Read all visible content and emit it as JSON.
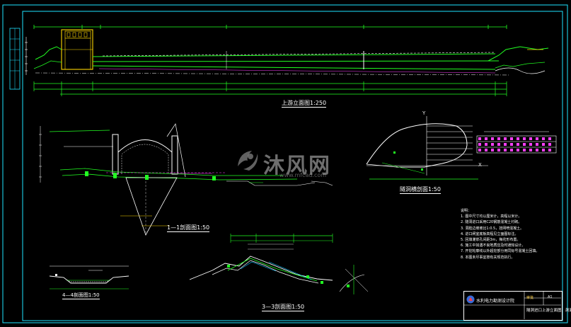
{
  "labels": {
    "elevation_view": "上游立面图1:250",
    "section_1": "1—1剖面图1:50",
    "section_3": "3—3剖面图1:50",
    "section_4": "4—4剖面图1:50",
    "cross_section": "隧洞横剖面1:50",
    "axis_y": "Y",
    "axis_x": "X"
  },
  "title_block": {
    "company": "水利电力勘测设计院",
    "drawing_name": "隧洞进口上游立面图、剖面图",
    "stamp": "审批",
    "version": "A1"
  },
  "watermark": {
    "brand": "沐风网",
    "url": "www.mfcad.com"
  },
  "notes": [
    "说明：",
    "1. 图中尺寸均以厘米计，高程以米计。",
    "2. 隧洞进口采用C20钢筋混凝土衬砌。",
    "3. 洞脸边坡坡比1:0.5，挂网喷混凝土。",
    "4. 进口闸室底板高程见立面图标注。",
    "5. 回填灌浆孔间距3m，梅花形布置。",
    "6. 施工中如遇不良地质应及时通知设计。",
    "7. 开挖轮廓线以外超挖部分用同标号混凝土回填。",
    "8. 本图未尽事宜按有关规范执行。"
  ],
  "colors": {
    "frame": "#1ee3ff",
    "dim": "#22ff22",
    "structure": "#ffffff",
    "accent": "#ffd700",
    "ground": "#ff40ff"
  }
}
